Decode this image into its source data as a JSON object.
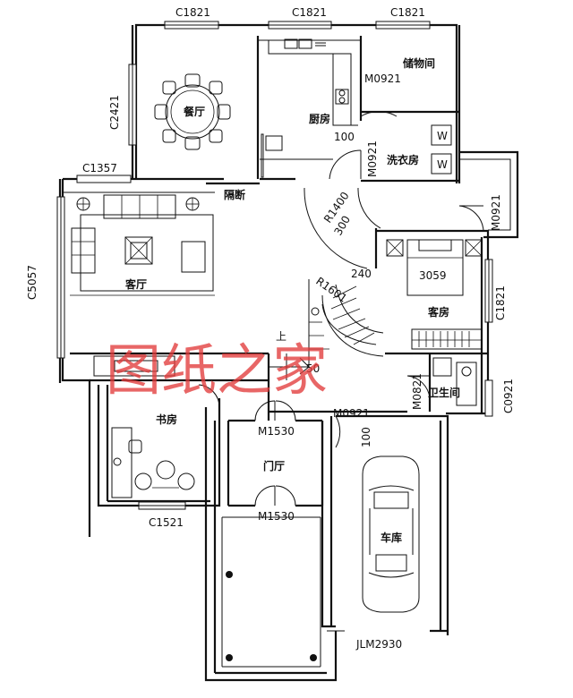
{
  "plan": {
    "rooms": {
      "dining": "餐厅",
      "kitchen": "厨房",
      "storage": "储物间",
      "laundry": "洗衣房",
      "living": "客厅",
      "partition": "隔断",
      "guest_room": "客房",
      "bathroom": "卫生间",
      "study": "书房",
      "foyer": "门厅",
      "garage": "车库"
    },
    "windows": {
      "top_left": "C1821",
      "top_mid": "C1821",
      "top_right": "C1821",
      "dining_side": "C2421",
      "living_top": "C1357",
      "living_side": "C5057",
      "guest_side": "C1821",
      "bath_side": "C0921",
      "study_bottom": "C1521"
    },
    "doors": {
      "storage": "M0921",
      "laundry": "M0921",
      "balcony": "M0921",
      "foyer_top": "M1530",
      "foyer_bottom": "M1530",
      "hall": "M0921",
      "bath": "M0821",
      "garage": "JLM2930"
    },
    "dims": {
      "d100a": "100",
      "d100b": "100",
      "r1400": "R1400",
      "d300": "300",
      "r1601": "R1601",
      "d240": "240",
      "d3059": "3059",
      "up": "上",
      "d50": "50"
    },
    "fixtures": {
      "washer1": "W",
      "washer2": "W"
    },
    "watermark": "图纸之家"
  }
}
